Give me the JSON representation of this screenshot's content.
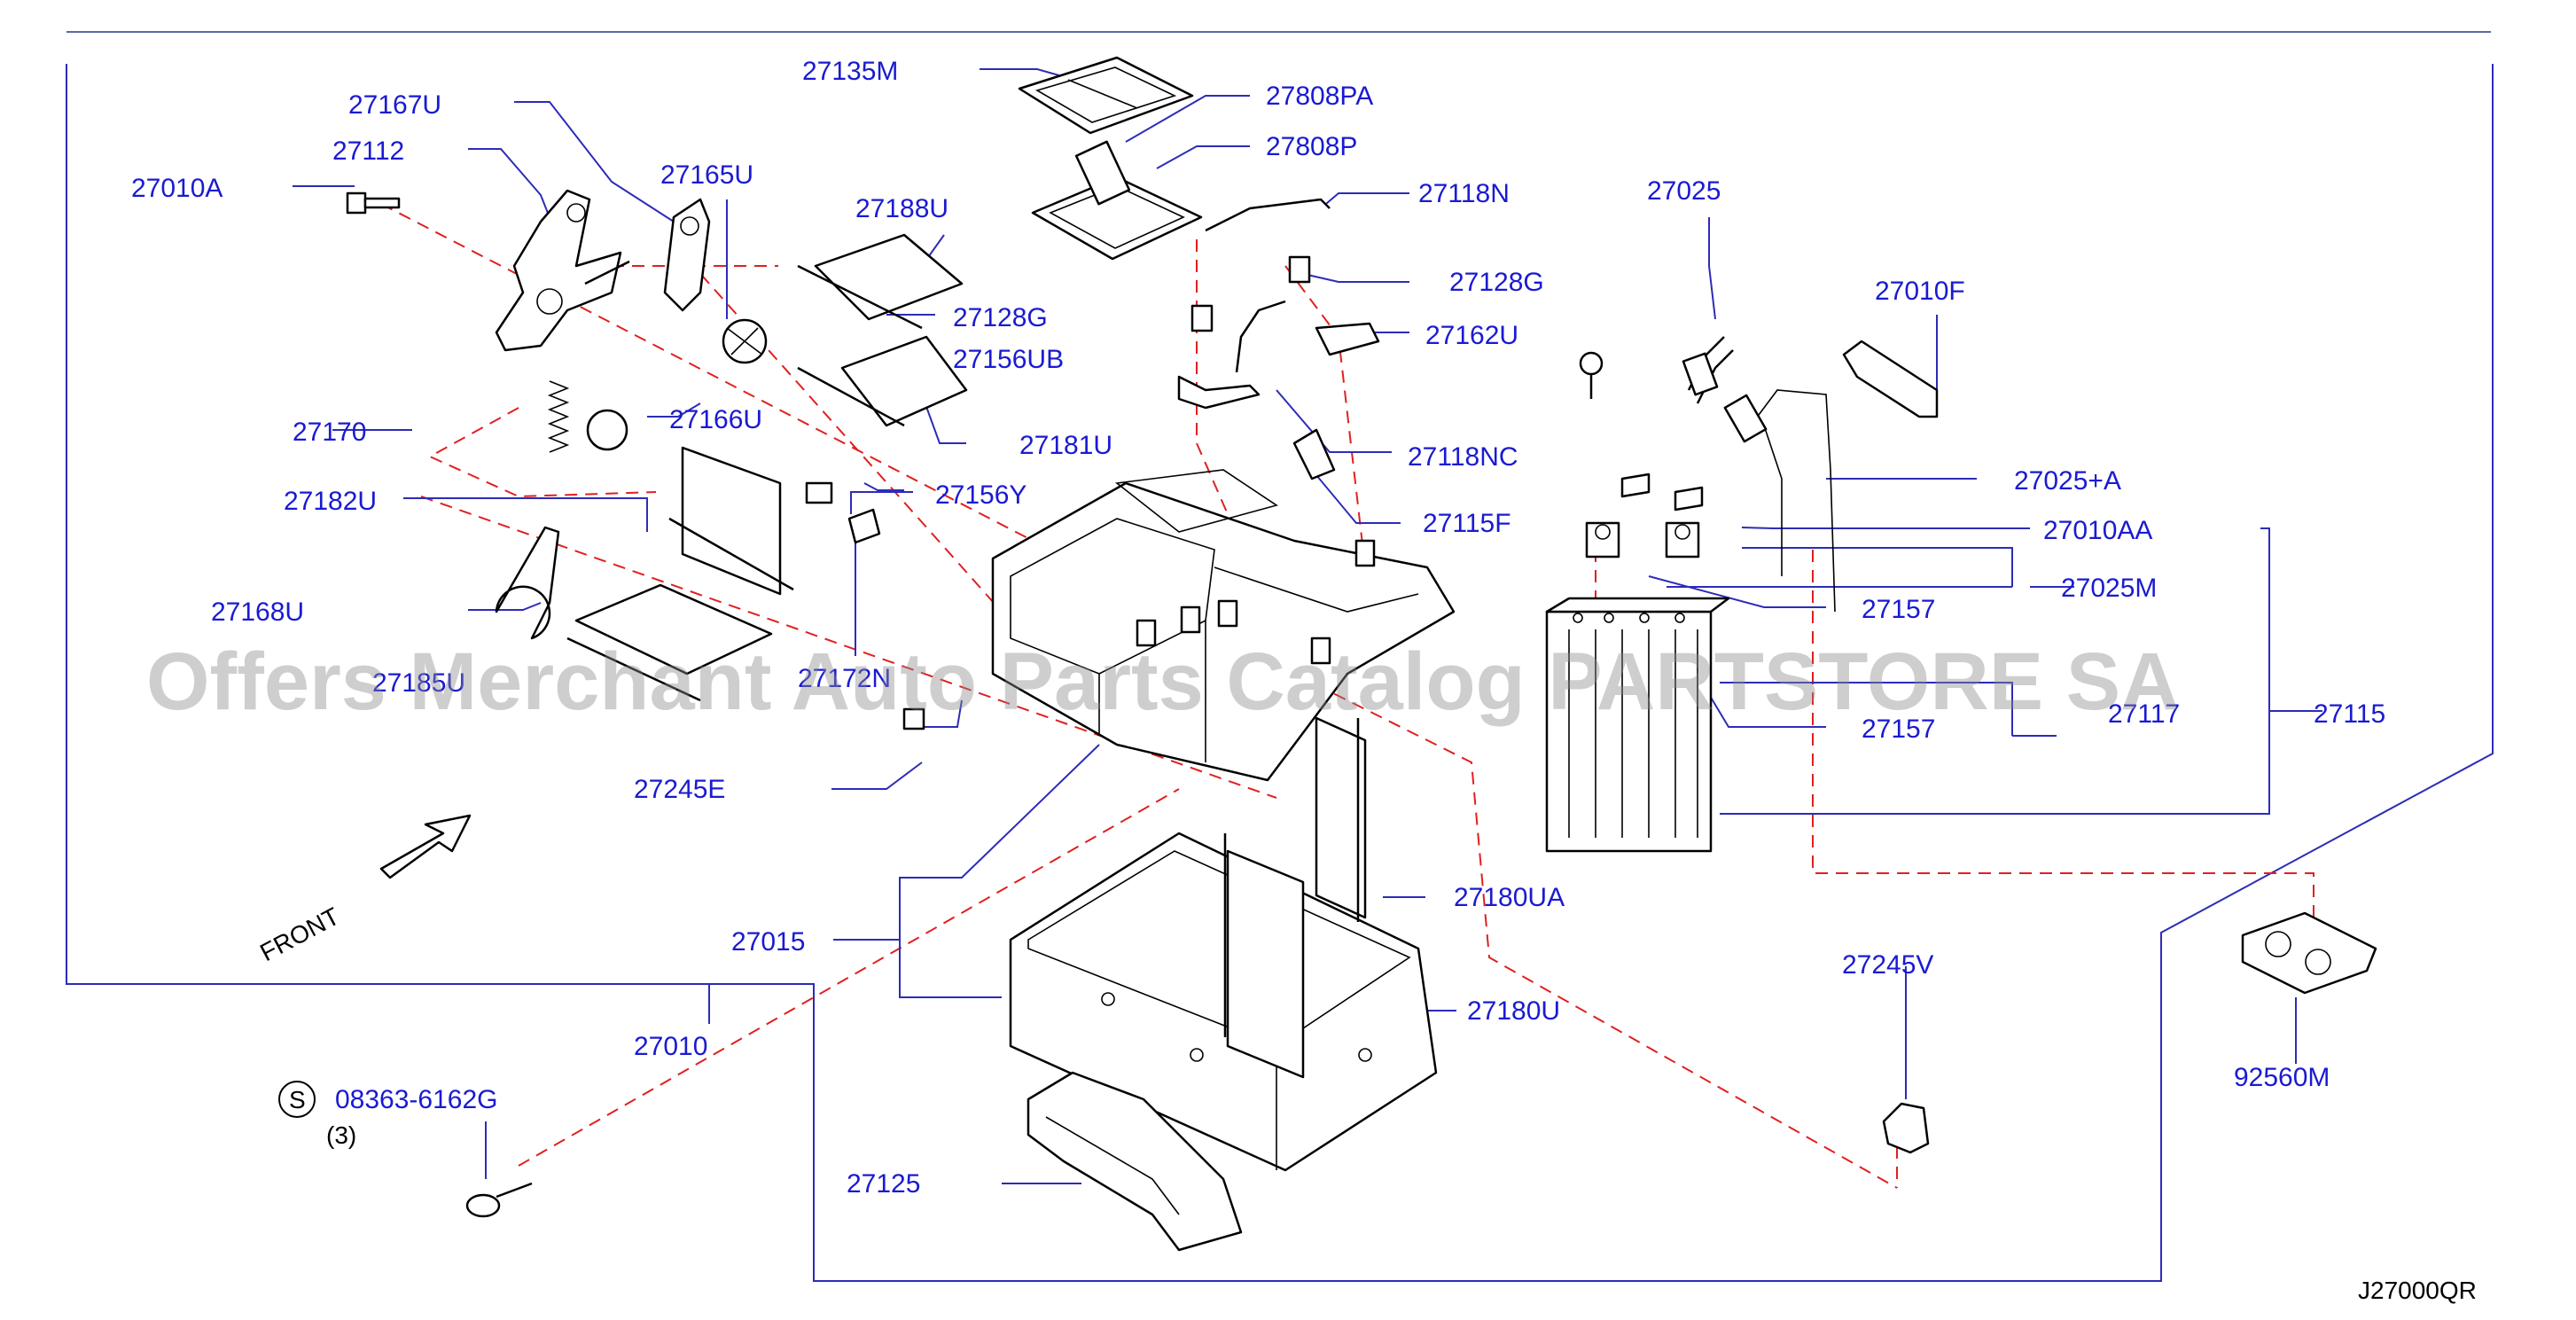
{
  "diagram": {
    "code": "J27000QR",
    "front_label": "FRONT",
    "watermark": "Offers Merchant Auto Parts Catalog PARTSTORE SA",
    "screw_symbol": "S",
    "screw_qty": "(3)",
    "parts": [
      "27135M",
      "27808PA",
      "27808P",
      "27167U",
      "27112",
      "27010A",
      "27165U",
      "27188U",
      "27118N",
      "27128G",
      "27128G",
      "27156UB",
      "27162U",
      "27181U",
      "27118NC",
      "27170",
      "27166U",
      "27182U",
      "27156Y",
      "27115F",
      "27168U",
      "27185U",
      "27172N",
      "27245E",
      "27015",
      "27010",
      "08363-6162G",
      "27125",
      "27180UA",
      "27180U",
      "27025",
      "27010F",
      "27025+A",
      "27010AA",
      "27025M",
      "27157",
      "27157",
      "27117",
      "27115",
      "27245V",
      "92560M"
    ]
  }
}
